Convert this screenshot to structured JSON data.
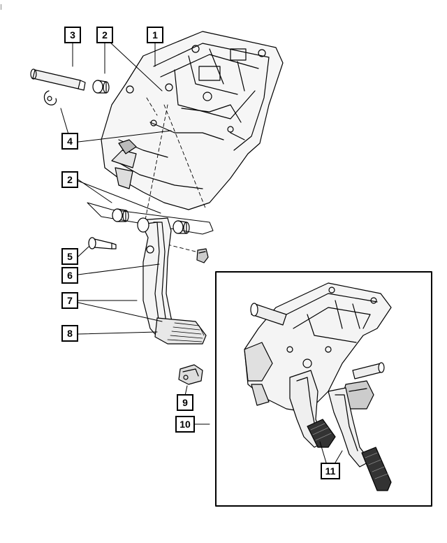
{
  "callouts": {
    "c1": "1",
    "c2a": "2",
    "c2b": "2",
    "c3": "3",
    "c4": "4",
    "c5": "5",
    "c6": "6",
    "c7": "7",
    "c8": "8",
    "c9": "9",
    "c10": "10",
    "c11": "11"
  },
  "colors": {
    "line": "#000000",
    "background": "#ffffff",
    "shade": "#d9d9d9"
  }
}
